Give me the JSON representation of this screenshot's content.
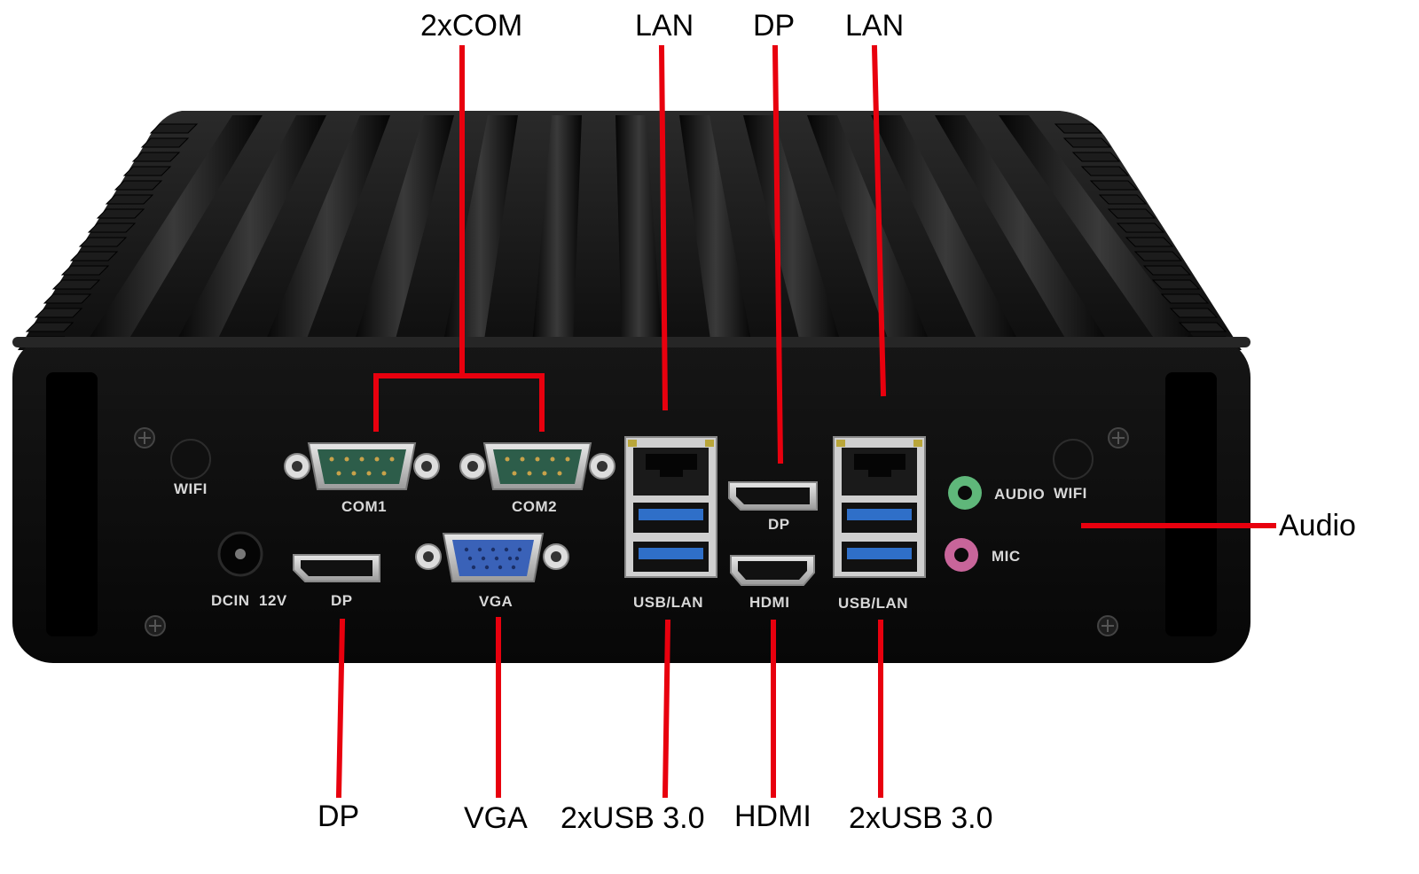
{
  "callouts": {
    "com": "2xCOM",
    "lan_left": "LAN",
    "dp_top": "DP",
    "lan_right": "LAN",
    "audio": "Audio",
    "dp_bottom": "DP",
    "vga": "VGA",
    "usb_left": "2xUSB 3.0",
    "hdmi": "HDMI",
    "usb_right": "2xUSB 3.0"
  },
  "panel_labels": {
    "wifi_left": "WIFI",
    "com1": "COM1",
    "com2": "COM2",
    "dcin": "DCIN  12V",
    "dp_rear": "DP",
    "vga": "VGA",
    "usb_lan_left": "USB/LAN",
    "dp_mid": "DP",
    "hdmi": "HDMI",
    "usb_lan_right": "USB/LAN",
    "audio": "AUDIO",
    "wifi_right": "WIFI",
    "mic": "MIC"
  },
  "colors": {
    "leader_line": "#e8000e",
    "chassis": "#0b0b0b",
    "usb_blue": "#2f6fc8",
    "audio_jack": "#5fb77a",
    "mic_jack": "#c8659a",
    "vga_blue": "#3a62b8"
  }
}
